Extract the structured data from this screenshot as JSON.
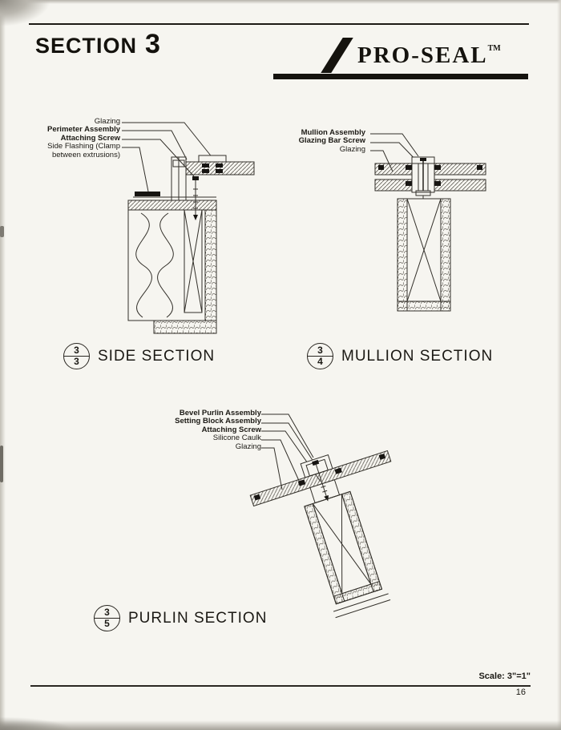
{
  "header": {
    "section_label": "SECTION",
    "section_number": "3",
    "brand_name": "PRO-SEAL",
    "brand_trademark": "TM"
  },
  "drawings": {
    "side": {
      "labels": [
        "Glazing",
        "Perimeter Assembly",
        "Attaching Screw",
        "Side Flashing (Clamp",
        "between extrusions)"
      ],
      "detail_number": "3",
      "sheet_number": "3",
      "title": "SIDE SECTION"
    },
    "mullion": {
      "labels": [
        "Mullion Assembly",
        "Glazing Bar Screw",
        "Glazing"
      ],
      "detail_number": "3",
      "sheet_number": "4",
      "title": "MULLION SECTION"
    },
    "purlin": {
      "labels": [
        "Bevel Purlin Assembly",
        "Setting Block Assembly",
        "Attaching Screw",
        "Silicone Caulk",
        "Glazing"
      ],
      "detail_number": "3",
      "sheet_number": "5",
      "title": "PURLIN SECTION"
    }
  },
  "footer": {
    "scale_note": "Scale: 3\"=1\"",
    "page_number": "16"
  }
}
